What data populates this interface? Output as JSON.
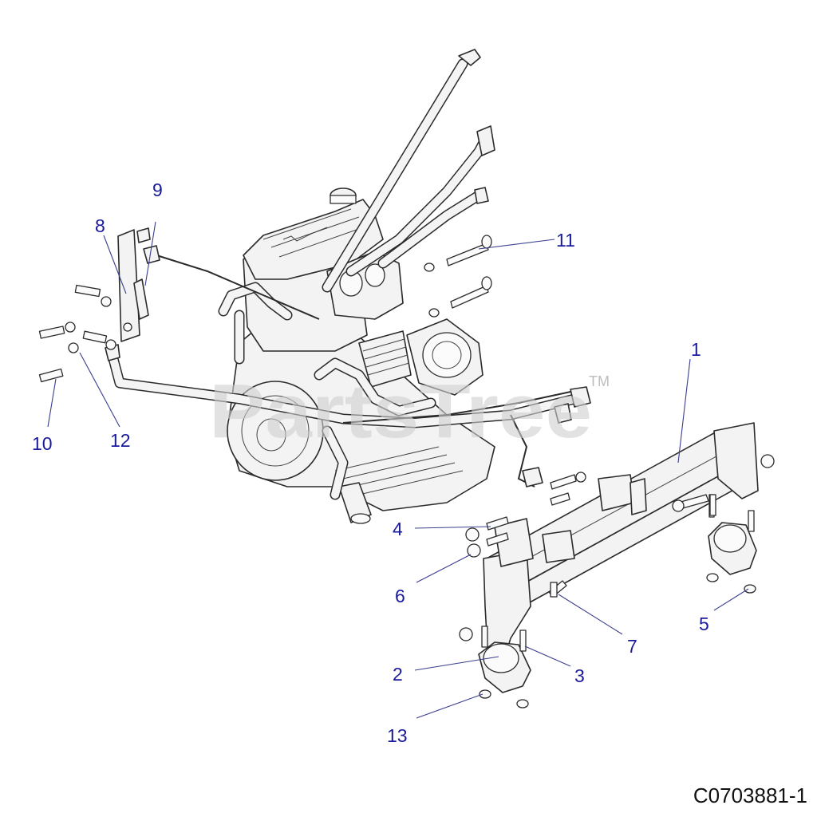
{
  "watermark": {
    "text": "PartsTree",
    "mark": "TM"
  },
  "reference_code": "C0703881-1",
  "callouts": {
    "c1": "1",
    "c2": "2",
    "c3": "3",
    "c4": "4",
    "c5": "5",
    "c6": "6",
    "c7": "7",
    "c8": "8",
    "c9": "9",
    "c10": "10",
    "c11": "11",
    "c12": "12",
    "c13": "13"
  }
}
